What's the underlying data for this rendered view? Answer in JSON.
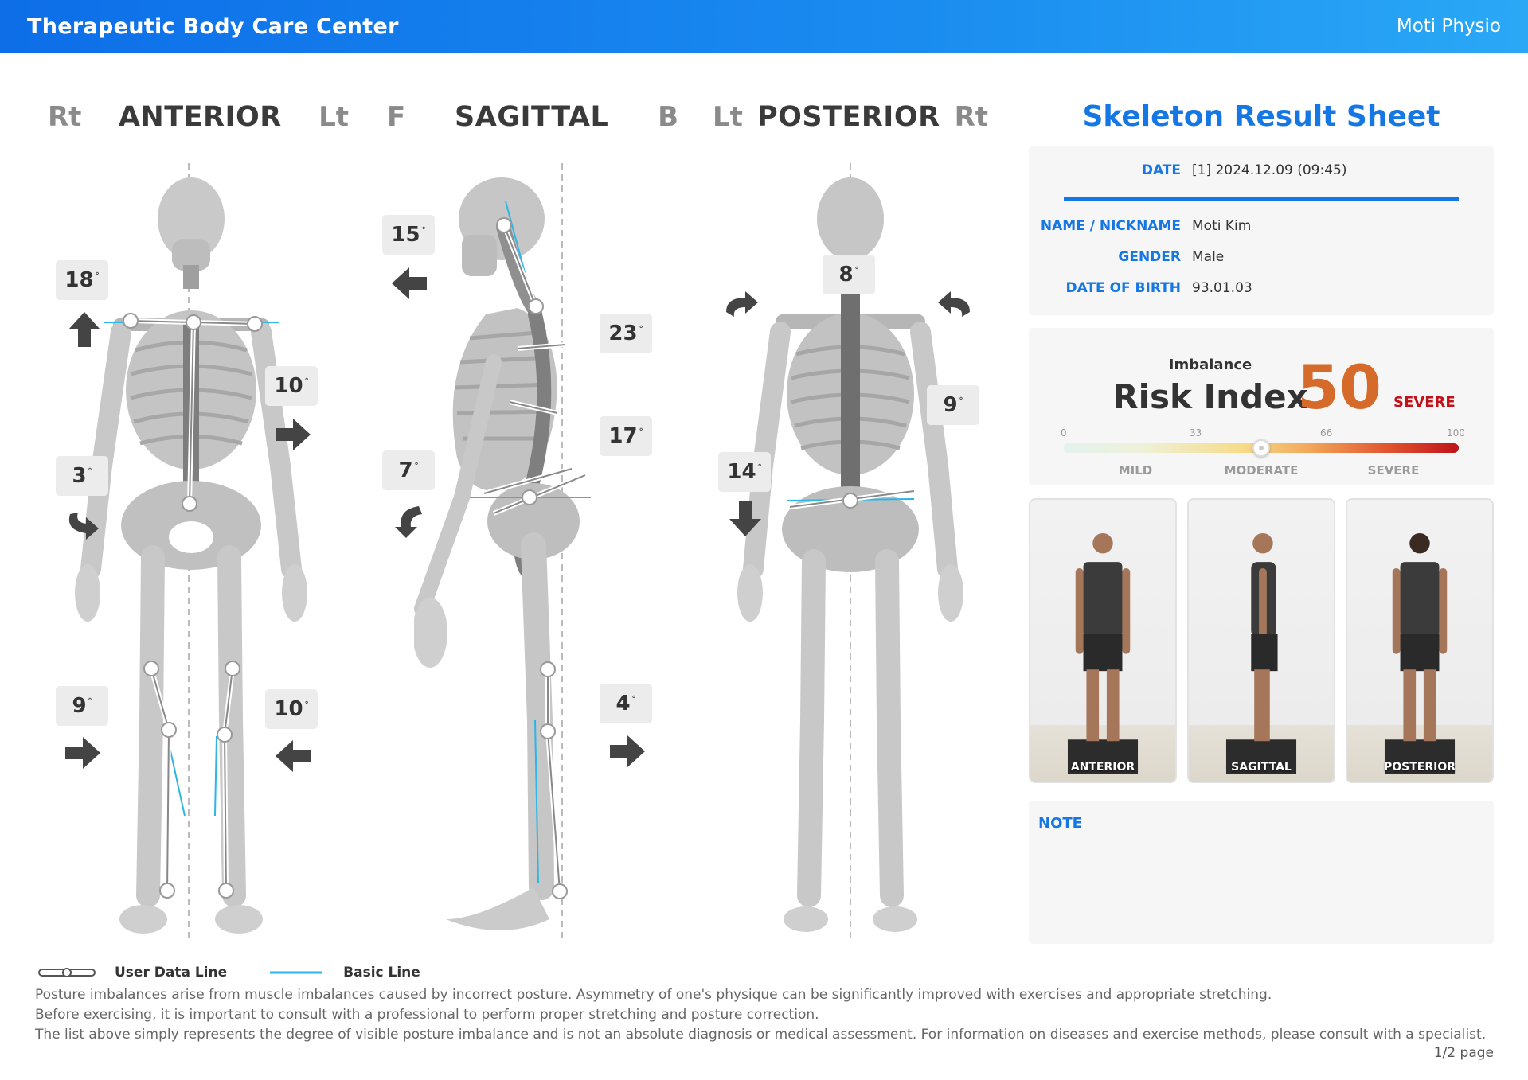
{
  "header": {
    "title": "Therapeutic Body Care Center",
    "brand": "Moti Physio"
  },
  "views": {
    "anterior": {
      "left": "Rt",
      "name": "ANTERIOR",
      "right": "Lt"
    },
    "sagittal": {
      "left": "F",
      "name": "SAGITTAL",
      "right": "B"
    },
    "posterior": {
      "left": "Lt",
      "name": "POSTERIOR",
      "right": "Rt"
    }
  },
  "angles": {
    "anterior": [
      {
        "id": "shoulder",
        "value": "18",
        "unit": "°",
        "arrow": "up"
      },
      {
        "id": "right-arm",
        "value": "10",
        "unit": "°",
        "arrow": "right"
      },
      {
        "id": "pelvis-rotation",
        "value": "3",
        "unit": "°",
        "arrow": "rotate"
      },
      {
        "id": "right-knee",
        "value": "9",
        "unit": "°",
        "arrow": "right"
      },
      {
        "id": "left-knee",
        "value": "10",
        "unit": "°",
        "arrow": "left"
      }
    ],
    "sagittal": [
      {
        "id": "head",
        "value": "15",
        "unit": "°",
        "arrow": "left"
      },
      {
        "id": "thoracic",
        "value": "23",
        "unit": "°",
        "arrow": "none"
      },
      {
        "id": "lumbar",
        "value": "17",
        "unit": "°",
        "arrow": "none"
      },
      {
        "id": "pelvis",
        "value": "7",
        "unit": "°",
        "arrow": "rotate"
      },
      {
        "id": "knee",
        "value": "4",
        "unit": "°",
        "arrow": "right"
      }
    ],
    "posterior": [
      {
        "id": "neck",
        "value": "8",
        "unit": "°",
        "arrow": "rotate-both"
      },
      {
        "id": "arm",
        "value": "9",
        "unit": "°",
        "arrow": "none"
      },
      {
        "id": "pelvis",
        "value": "14",
        "unit": "°",
        "arrow": "down"
      }
    ]
  },
  "sheet": {
    "title": "Skeleton Result Sheet",
    "date_label": "DATE",
    "date_value": "[1] 2024.12.09 (09:45)",
    "name_label": "NAME / NICKNAME",
    "name_value": "Moti Kim",
    "gender_label": "GENDER",
    "gender_value": "Male",
    "dob_label": "DATE OF BIRTH",
    "dob_value": "93.01.03"
  },
  "risk": {
    "subtitle": "Imbalance",
    "title": "Risk Index",
    "score": "50",
    "score_fraction": 0.5,
    "level": "SEVERE",
    "scale_numbers": [
      "0",
      "33",
      "66",
      "100"
    ],
    "scale_labels": [
      "MILD",
      "MODERATE",
      "SEVERE"
    ]
  },
  "photos": [
    {
      "label": "ANTERIOR"
    },
    {
      "label": "SAGITTAL"
    },
    {
      "label": "POSTERIOR"
    }
  ],
  "note": {
    "title": "NOTE"
  },
  "legend": {
    "user_line": "User Data Line",
    "basic_line": "Basic Line"
  },
  "colors": {
    "accent": "#1577e4",
    "basic_line": "#2bb6e6",
    "score": "#d66a2a",
    "severe": "#c0121a"
  },
  "footer": {
    "line1": "Posture imbalances arise from muscle imbalances caused by incorrect posture. Asymmetry of one's physique can be significantly improved with exercises and appropriate stretching.",
    "line2": "Before exercising, it is important to consult with a professional to perform proper stretching and posture correction.",
    "line3": "The list above simply represents the degree of visible posture imbalance and is not an absolute diagnosis or medical assessment. For information on diseases and exercise methods, please consult with a specialist.",
    "page": "1/2 page"
  }
}
